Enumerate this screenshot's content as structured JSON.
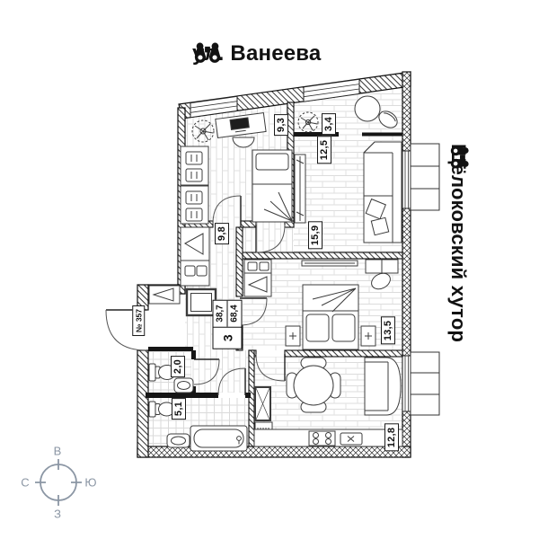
{
  "streets": {
    "top": "ул. Ванеева",
    "right": "Щёлоковский хутор"
  },
  "compass": {
    "top": "В",
    "left": "С",
    "right": "Ю",
    "bottom": "З"
  },
  "apartment": {
    "number": "№ 357",
    "rooms_count": "3",
    "living_area": "38,7",
    "total_area": "68,4"
  },
  "areas": {
    "bedroom_top_left": "9,3",
    "balcony": "3,4",
    "living_upper": "12,5",
    "living": "15,9",
    "bedroom_right": "13,5",
    "hallway": "9,8",
    "wc": "2,0",
    "bathroom": "5,1",
    "kitchen": "12,8"
  },
  "icons": {
    "street_top": "binoculars-icon",
    "street_right": "binoculars-icon",
    "compass": "compass-dial-icon"
  }
}
